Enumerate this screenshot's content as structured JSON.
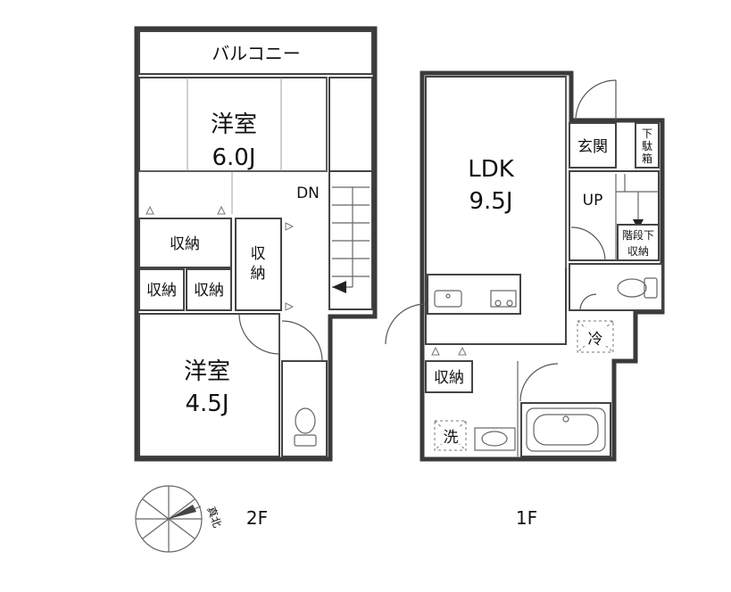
{
  "floor_2f": {
    "balcony": "バルコニー",
    "western_room_1": {
      "name": "洋室",
      "size": "6.0J"
    },
    "western_room_2": {
      "name": "洋室",
      "size": "4.5J"
    },
    "stairs_label": "DN",
    "closets": [
      "収納",
      "収納",
      "収納",
      "収",
      "納"
    ],
    "floor_label": "2F"
  },
  "floor_1f": {
    "ldk": {
      "name": "LDK",
      "size": "9.5J"
    },
    "entrance": "玄関",
    "shoe_box": [
      "下",
      "駄",
      "箱"
    ],
    "stairs_label": "UP",
    "under_stairs": [
      "階段下",
      "収納"
    ],
    "fridge": "冷",
    "washer": "洗",
    "closet": "収納",
    "floor_label": "1F"
  },
  "compass": {
    "label": "真北"
  }
}
